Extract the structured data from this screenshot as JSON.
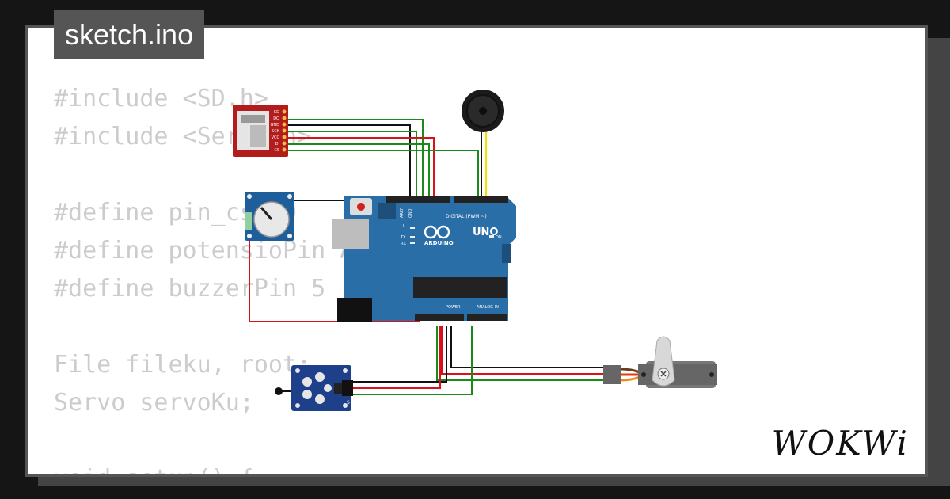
{
  "tab": {
    "title": "sketch.ino"
  },
  "code_lines": [
    "#include <SD.h>",
    "#include <Servo.h>",
    "",
    "#define pin_cs 10",
    "#define potensioPin A0",
    "#define buzzerPin 5",
    "",
    "File fileku, root;",
    "Servo servoKu;",
    "",
    "void setup() {"
  ],
  "brand": {
    "logo": "WOKWi"
  },
  "components": {
    "sd_card": {
      "pins": [
        "CD",
        "DO",
        "GND",
        "SCK",
        "VCC",
        "DI",
        "CS"
      ]
    },
    "arduino": {
      "board_name": "UNO",
      "brand_text": "ARDUINO",
      "digital_label": "DIGITAL (PWM ~)",
      "aref": "AREF",
      "gnd": "GND",
      "l": "L",
      "tx": "TX",
      "rx": "RX",
      "on": "ON",
      "power_label": "POWER",
      "analog_label": "ANALOG IN"
    },
    "sensor": {
      "pin_label": "S"
    }
  },
  "colors": {
    "wire_black": "#111111",
    "wire_green": "#1a8a1a",
    "wire_red": "#d8111b",
    "wire_yellow": "#f2e200",
    "board_blue": "#2a6ea8",
    "sd_red": "#b31c1c"
  }
}
